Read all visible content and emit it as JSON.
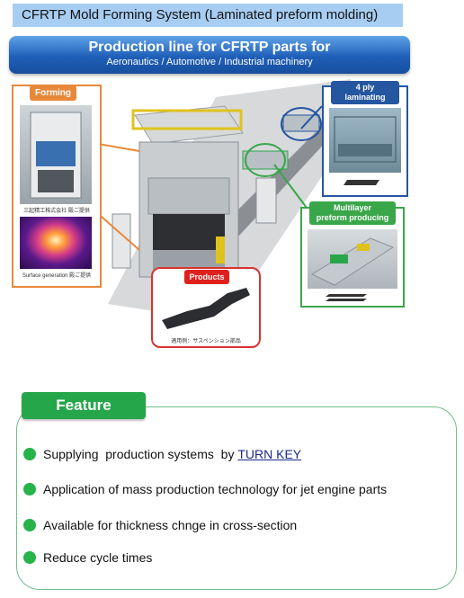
{
  "header": {
    "title": "CFRTP Mold Forming System (Laminated preform molding)"
  },
  "banner": {
    "title": "Production line for CFRTP parts for",
    "subtitle": "Aeronautics /  Automotive / Industrial machinery"
  },
  "callouts": {
    "forming": {
      "label": "Forming",
      "caption_top": "三起精工株式会社 殿ご提供",
      "caption_bottom": "Surface generation 殿ご提供"
    },
    "laminating": {
      "label_line1": "4 ply",
      "label_line2": "laminating"
    },
    "preform": {
      "label_line1": "Multilayer",
      "label_line2": "preform producing"
    },
    "products": {
      "label": "Products",
      "caption": "適用例：サスペンション部品"
    }
  },
  "feature": {
    "title": "Feature",
    "items": [
      {
        "text": "Supplying  production systems  by ",
        "link": "TURN KEY"
      },
      {
        "text": "Application of mass production technology for jet engine parts",
        "link": ""
      },
      {
        "text": "Available for thickness chnge in cross-section",
        "link": ""
      },
      {
        "text": "Reduce cycle times",
        "link": ""
      }
    ]
  },
  "colors": {
    "banner": "#1f5fb8",
    "forming": "#e8883a",
    "laminating": "#2556a0",
    "preform": "#3aa64a",
    "products": "#e0201c",
    "feature": "#25a64a"
  }
}
